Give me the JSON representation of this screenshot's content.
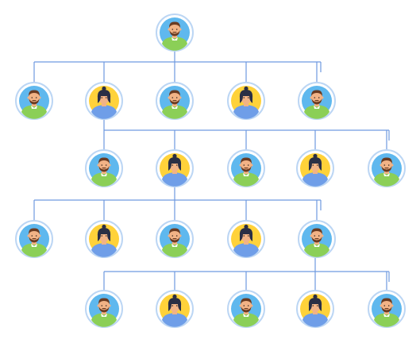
{
  "colors": {
    "line": "#6f9ae0",
    "ring": "#bcd6f4",
    "bg_blue": "#5fb8ee",
    "bg_yellow": "#ffd23a",
    "skin": "#f2b386",
    "hair_man": "#6a3b22",
    "hair_woman": "#2a2f45",
    "shirt_man": "#8bcf57",
    "shirt_woman": "#6f9ee8"
  },
  "tree": {
    "root": {
      "person": "man",
      "icon": "man-avatar-icon"
    },
    "level1": [
      {
        "person": "man",
        "icon": "man-avatar-icon"
      },
      {
        "person": "woman",
        "icon": "woman-avatar-icon"
      },
      {
        "person": "man",
        "icon": "man-avatar-icon"
      },
      {
        "person": "woman",
        "icon": "woman-avatar-icon"
      },
      {
        "person": "man",
        "icon": "man-avatar-icon"
      }
    ],
    "level2": [
      {
        "person": "man",
        "icon": "man-avatar-icon"
      },
      {
        "person": "woman",
        "icon": "woman-avatar-icon"
      },
      {
        "person": "man",
        "icon": "man-avatar-icon"
      },
      {
        "person": "woman",
        "icon": "woman-avatar-icon"
      },
      {
        "person": "man",
        "icon": "man-avatar-icon"
      }
    ],
    "level3": [
      {
        "person": "man",
        "icon": "man-avatar-icon"
      },
      {
        "person": "woman",
        "icon": "woman-avatar-icon"
      },
      {
        "person": "man",
        "icon": "man-avatar-icon"
      },
      {
        "person": "woman",
        "icon": "woman-avatar-icon"
      },
      {
        "person": "man",
        "icon": "man-avatar-icon"
      }
    ],
    "level4": [
      {
        "person": "man",
        "icon": "man-avatar-icon"
      },
      {
        "person": "woman",
        "icon": "woman-avatar-icon"
      },
      {
        "person": "man",
        "icon": "man-avatar-icon"
      },
      {
        "person": "woman",
        "icon": "woman-avatar-icon"
      },
      {
        "person": "man",
        "icon": "man-avatar-icon"
      }
    ]
  }
}
